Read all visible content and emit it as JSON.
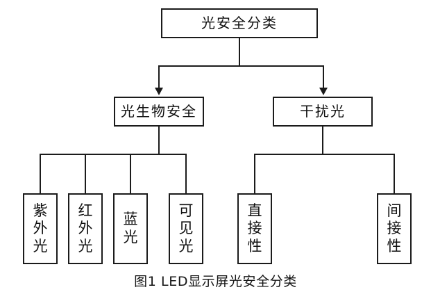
{
  "figure": {
    "caption": "图1  LED显示屏光安全分类",
    "root": {
      "label": "光安全分类"
    },
    "level2": [
      {
        "label": "光生物安全"
      },
      {
        "label": "干扰光"
      }
    ],
    "leaves_left": [
      {
        "label": "紫\n外\n光"
      },
      {
        "label": "红\n外\n光"
      },
      {
        "label": "蓝\n光"
      },
      {
        "label": "可\n见\n光"
      }
    ],
    "leaves_right": [
      {
        "label": "直\n接\n性"
      },
      {
        "label": "间\n接\n性"
      }
    ],
    "colors": {
      "line": "#1b1b1b",
      "text": "#101010",
      "background": "#ffffff"
    }
  }
}
